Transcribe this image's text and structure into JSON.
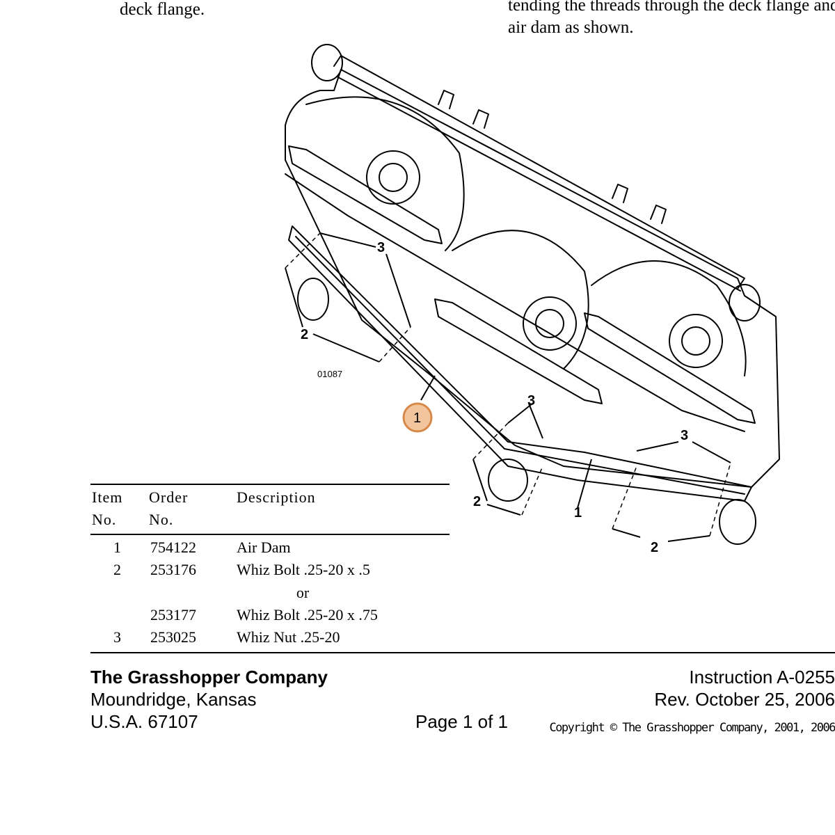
{
  "top_text": {
    "left": "deck flange.",
    "right_line1": "tending the threads through the deck flange and",
    "right_line2": "air dam as shown."
  },
  "diagram": {
    "labels": {
      "one": "1",
      "two": "2",
      "three": "3"
    },
    "drawing_number": "01087",
    "callout": "1",
    "colors": {
      "callout_fill": "#f3c59e",
      "callout_stroke": "#d8894a"
    }
  },
  "table": {
    "headers": {
      "item_line1": "Item",
      "item_line2": "No.",
      "order_line1": "Order",
      "order_line2": "No.",
      "description": "Description"
    },
    "rows": [
      {
        "item": "1",
        "order": "754122",
        "description": "Air Dam"
      },
      {
        "item": "2",
        "order": "253176",
        "description": "Whiz Bolt .25-20 x .5"
      },
      {
        "item": "",
        "order": "",
        "description": "or"
      },
      {
        "item": "",
        "order": "253177",
        "description": "Whiz Bolt .25-20 x .75"
      },
      {
        "item": "3",
        "order": "253025",
        "description": "Whiz Nut .25-20"
      }
    ]
  },
  "footer": {
    "company": "The Grasshopper Company",
    "city": "Moundridge, Kansas",
    "zip": "U.S.A. 67107",
    "page": "Page 1 of 1",
    "instruction": "Instruction A-0255",
    "revision": "Rev. October 25, 2006",
    "copyright": "Copyright © The Grasshopper Company, 2001, 2006"
  }
}
